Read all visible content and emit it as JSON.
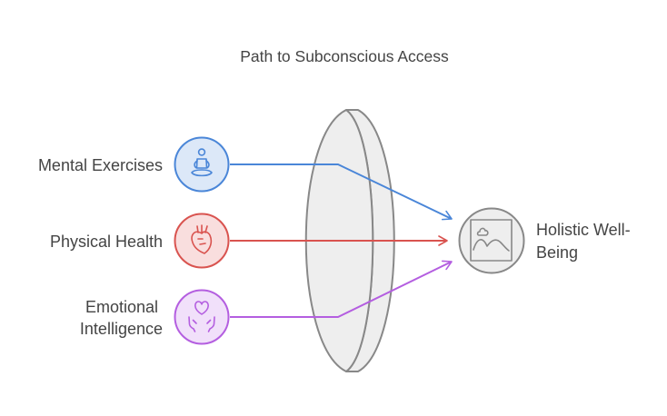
{
  "title": "Path to Subconscious Access",
  "inputs": [
    {
      "label_lines": [
        "Mental Exercises"
      ],
      "icon": "meditation-icon",
      "color": "#4a86d8",
      "fill": "#dce8f8"
    },
    {
      "label_lines": [
        "Physical Health"
      ],
      "icon": "anatomical-heart-icon",
      "color": "#d9534f",
      "fill": "#f9dede"
    },
    {
      "label_lines": [
        "Emotional",
        "Intelligence"
      ],
      "icon": "heart-hands-icon",
      "color": "#b45ee0",
      "fill": "#f1e0fa"
    }
  ],
  "output": {
    "label_lines": [
      "Holistic Well-",
      "Being"
    ],
    "icon": "landscape-picture-icon",
    "color": "#888888",
    "fill": "#eeeeee"
  },
  "lens": {
    "fill": "#eeeeee",
    "stroke": "#888888"
  }
}
